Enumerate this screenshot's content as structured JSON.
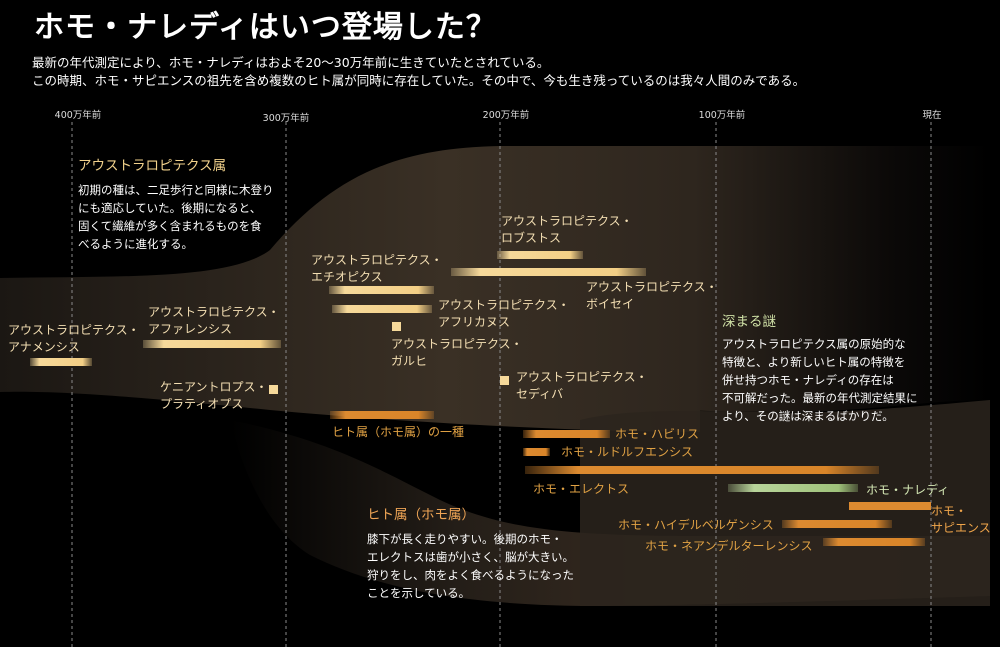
{
  "title": "ホモ・ナレディはいつ登場した？",
  "intro": [
    "最新の年代測定により、ホモ・ナレディはおよそ20～30万年前に生きていたとされている。",
    "この時期、ホモ・サピエンスの祖先を含め複数のヒト属が同時に存在していた。その中で、今も生き残っているのは我々人間のみである。"
  ],
  "timeline": {
    "ticks": [
      "400万年前",
      "300万年前",
      "200万年前",
      "100万年前",
      "現在"
    ]
  },
  "sections": {
    "australopithecus": {
      "heading": "アウストラロピテクス属",
      "lines": [
        "初期の種は、二足歩行と同様に木登り",
        "にも適応していた。後期になると、",
        "固くて繊維が多く含まれるものを食",
        "べるように進化する。"
      ]
    },
    "homo": {
      "heading": "ヒト属（ホモ属）",
      "lines": [
        "膝下が長く走りやすい。後期のホモ・",
        "エレクトスは歯が小さく、脳が大きい。",
        "狩りをし、肉をよく食べるようになった",
        "ことを示している。"
      ]
    },
    "mystery": {
      "heading": "深まる謎",
      "lines": [
        "アウストラロピテクス属の原始的な",
        "特徴と、より新しいヒト属の特徴を",
        "併せ持つホモ・ナレディの存在は",
        "不可解だった。最新の年代測定結果に",
        "より、その謎は深まるばかりだ。"
      ]
    }
  },
  "species": {
    "anamensis": [
      "アウストラロピテクス・",
      "アナメンシス"
    ],
    "afarensis": [
      "アウストラロピテクス・",
      "アファレンシス"
    ],
    "platyops": [
      "ケニアントロプス・",
      "プラティオプス"
    ],
    "aethiopicus": [
      "アウストラロピテクス・",
      "エチオピクス"
    ],
    "africanus": [
      "アウストラロピテクス・",
      "アフリカヌス"
    ],
    "garhi": [
      "アウストラロピテクス・",
      "ガルヒ"
    ],
    "robustus": [
      "アウストラロピテクス・",
      "ロブストス"
    ],
    "boisei": [
      "アウストラロピテクス・",
      "ボイセイ"
    ],
    "sediba": [
      "アウストラロピテクス・",
      "セディバ"
    ],
    "homo_sp": [
      "ヒト属（ホモ属）の一種"
    ],
    "habilis": [
      "ホモ・ハビリス"
    ],
    "rudolfensis": [
      "ホモ・ルドルフエンシス"
    ],
    "erectus": [
      "ホモ・エレクトス"
    ],
    "naledi": [
      "ホモ・ナレディ"
    ],
    "heidelbergensis": [
      "ホモ・ハイデルベルゲンシス"
    ],
    "neanderthalensis": [
      "ホモ・ネアンデルターレンシス"
    ],
    "sapiens": [
      "ホモ・",
      "サピエンス"
    ]
  },
  "colors": {
    "background": "#000000",
    "aus_bar": "#f3d08a",
    "homo_bar": "#d7862a",
    "naledi_bar": "#b3cf8a",
    "band": "#2a231c"
  }
}
